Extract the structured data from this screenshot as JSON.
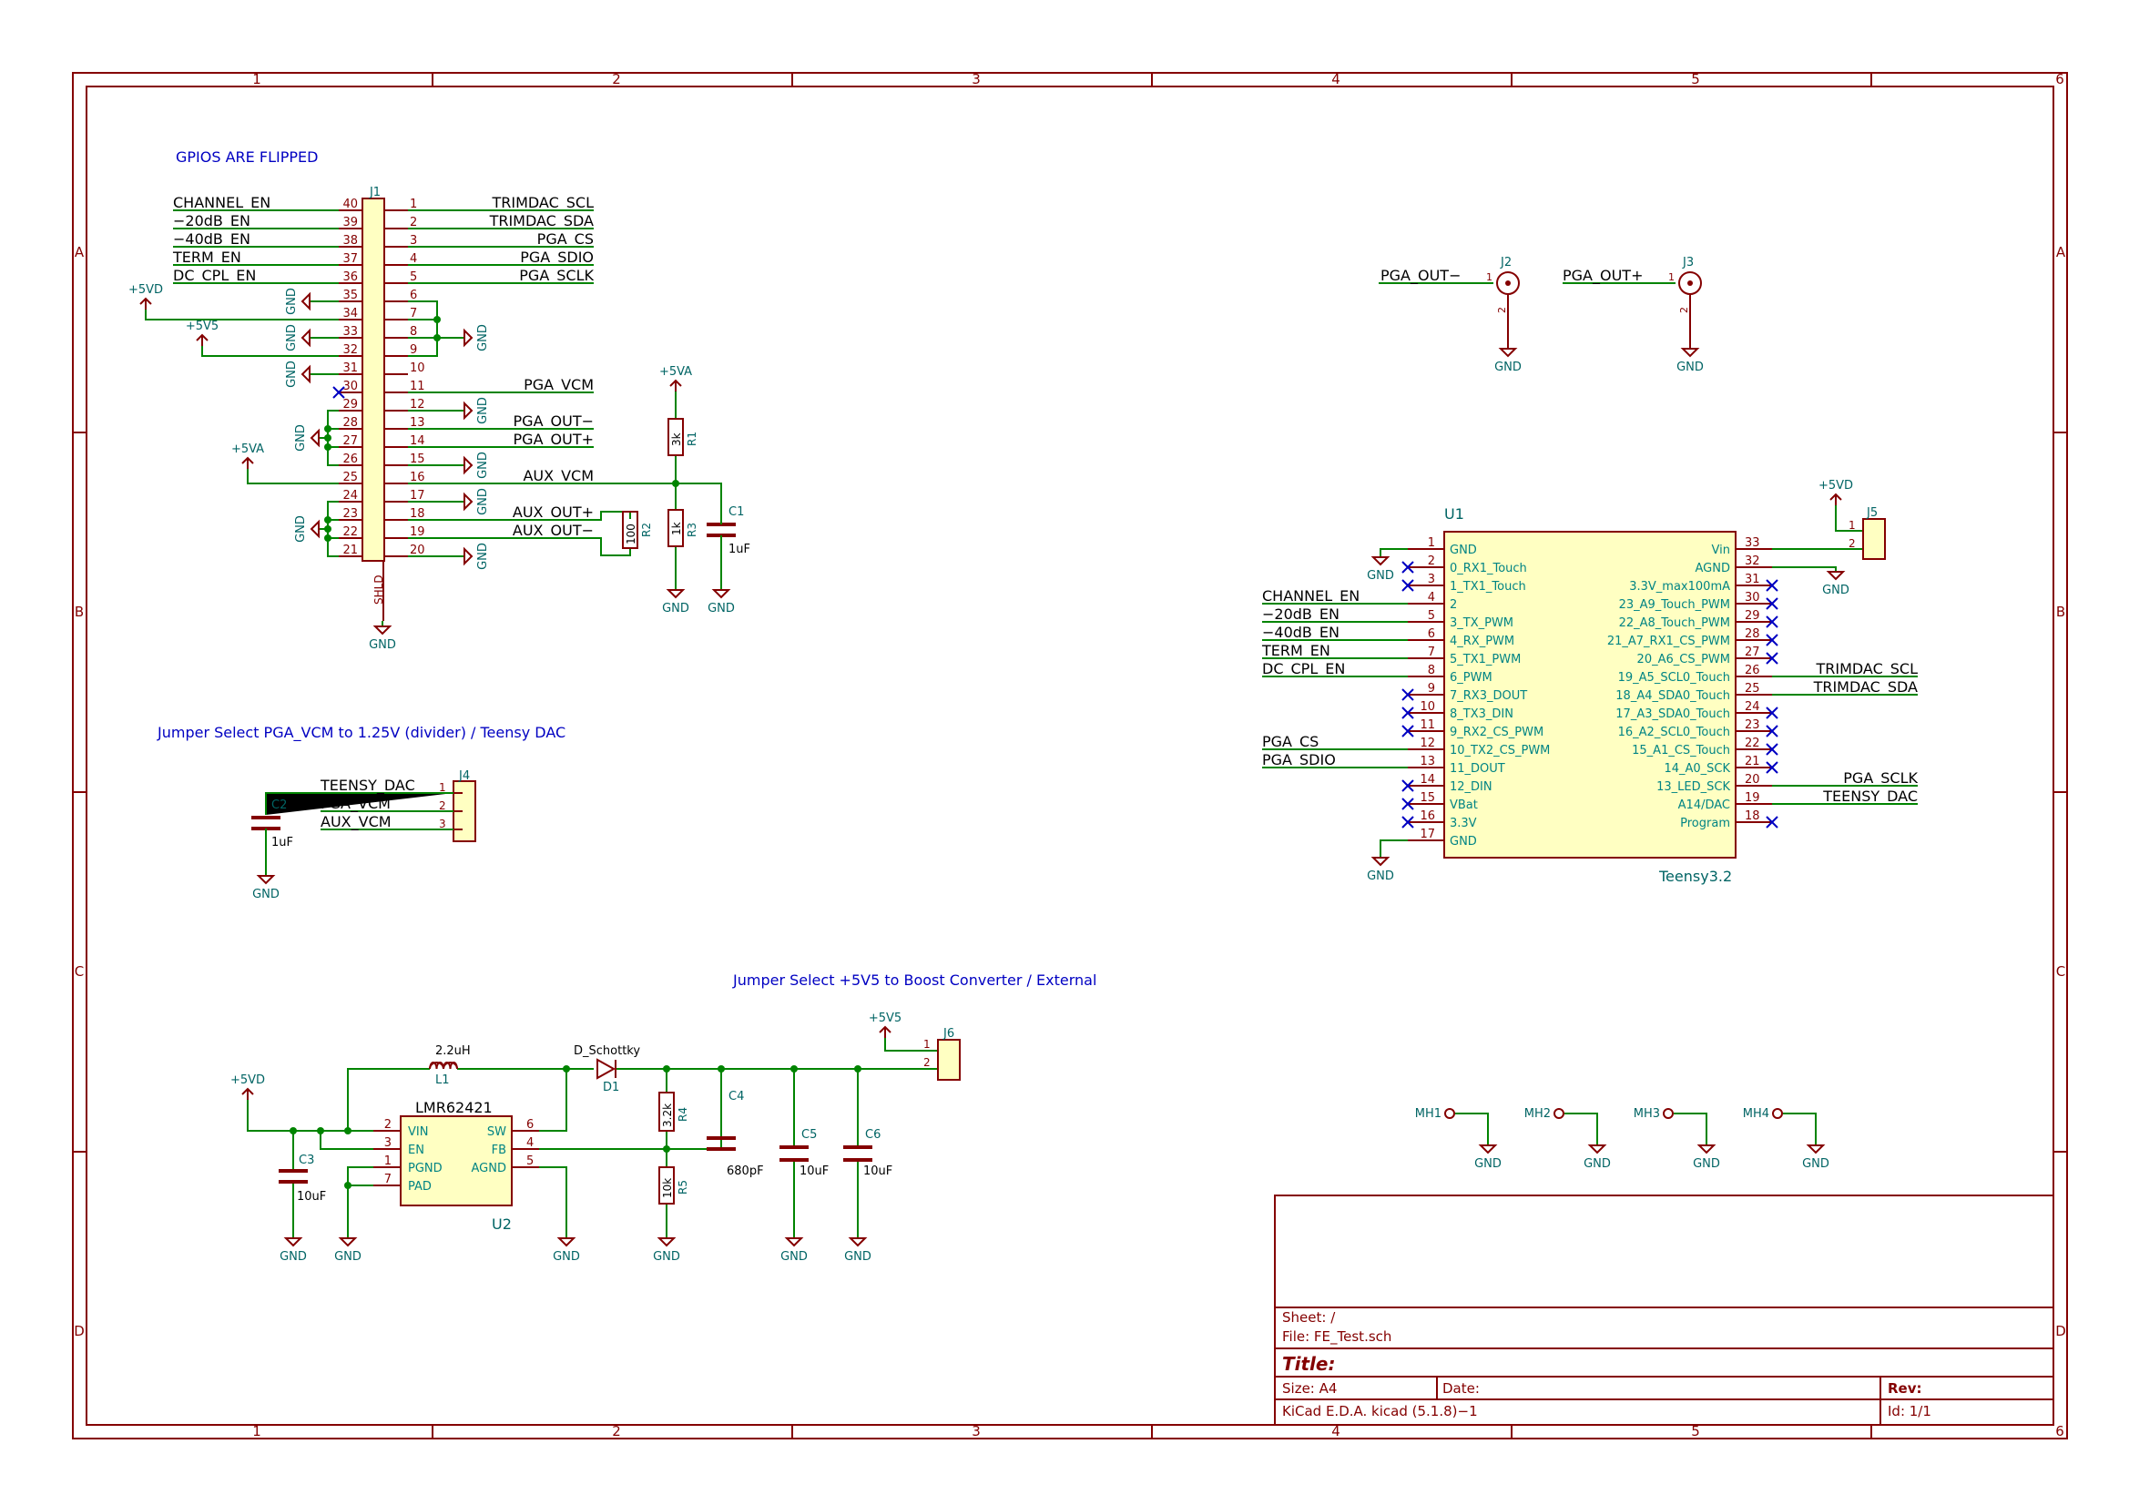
{
  "colors": {
    "frame": "#840000",
    "wire": "#008400",
    "label": "#000000",
    "ref": "#006464",
    "note": "#0000c2",
    "no_connect": "#0000c2"
  },
  "frame": {
    "col_labels": [
      "1",
      "2",
      "3",
      "4",
      "5",
      "6"
    ],
    "row_labels": [
      "A",
      "B",
      "C",
      "D"
    ]
  },
  "notes": {
    "gpios": "GPIOS ARE FLIPPED",
    "jumper_vcm": "Jumper Select PGA_VCM to 1.25V (divider) / Teensy DAC",
    "jumper_5v5": "Jumper Select +5V5 to Boost Converter / External"
  },
  "j1": {
    "ref": "J1",
    "shield": "SHLD",
    "left_pins": [
      "40",
      "39",
      "38",
      "37",
      "36",
      "35",
      "34",
      "33",
      "32",
      "31",
      "30",
      "29",
      "28",
      "27",
      "26",
      "25",
      "24",
      "23",
      "22",
      "21"
    ],
    "right_pins": [
      "1",
      "2",
      "3",
      "4",
      "5",
      "6",
      "7",
      "8",
      "9",
      "10",
      "11",
      "12",
      "13",
      "14",
      "15",
      "16",
      "17",
      "18",
      "19",
      "20"
    ],
    "left_labels": [
      "CHANNEL_EN",
      "−20dB_EN",
      "−40dB_EN",
      "TERM_EN",
      "DC_CPL_EN"
    ],
    "right_labels": [
      "TRIMDAC_SCL",
      "TRIMDAC_SDA",
      "PGA_CS",
      "PGA_SDIO",
      "PGA_SCLK"
    ],
    "pga_vcm": "PGA_VCM",
    "pga_out_minus": "PGA_OUT−",
    "pga_out_plus": "PGA_OUT+",
    "aux_vcm": "AUX_VCM",
    "aux_out_plus": "AUX_OUT+",
    "aux_out_minus": "AUX_OUT−"
  },
  "power": {
    "gnd": "GND",
    "p5vd": "+5VD",
    "p5v5": "+5V5",
    "p5va": "+5VA"
  },
  "passives": {
    "r1": {
      "ref": "R1",
      "value": "3k"
    },
    "r2": {
      "ref": "R2",
      "value": "100"
    },
    "r3": {
      "ref": "R3",
      "value": "1k"
    },
    "c1": {
      "ref": "C1",
      "value": "1uF"
    },
    "c2": {
      "ref": "C2",
      "value": "1uF"
    },
    "c3": {
      "ref": "C3",
      "value": "10uF"
    },
    "c4": {
      "ref": "C4",
      "value": "680pF"
    },
    "c5": {
      "ref": "C5",
      "value": "10uF"
    },
    "c6": {
      "ref": "C6",
      "value": "10uF"
    },
    "r4": {
      "ref": "R4",
      "value": "3.2k"
    },
    "r5": {
      "ref": "R5",
      "value": "10k"
    },
    "l1": {
      "ref": "L1",
      "value": "2.2uH"
    },
    "d1": {
      "ref": "D1",
      "value": "D_Schottky"
    }
  },
  "sma": {
    "j2": {
      "ref": "J2",
      "net": "PGA_OUT−"
    },
    "j3": {
      "ref": "J3",
      "net": "PGA_OUT+"
    },
    "pin1": "1",
    "pin2": "2"
  },
  "j4": {
    "ref": "J4",
    "pins": [
      "1",
      "2",
      "3"
    ],
    "nets": [
      "TEENSY_DAC",
      "PGA_VCM",
      "AUX_VCM"
    ]
  },
  "j5": {
    "ref": "J5",
    "pins": [
      "1",
      "2"
    ]
  },
  "j6": {
    "ref": "J6",
    "pins": [
      "1",
      "2"
    ]
  },
  "u1": {
    "ref": "U1",
    "value": "Teensy3.2",
    "left": [
      {
        "num": "1",
        "name": "GND"
      },
      {
        "num": "2",
        "name": "0_RX1_Touch"
      },
      {
        "num": "3",
        "name": "1_TX1_Touch"
      },
      {
        "num": "4",
        "name": "2"
      },
      {
        "num": "5",
        "name": "3_TX_PWM"
      },
      {
        "num": "6",
        "name": "4_RX_PWM"
      },
      {
        "num": "7",
        "name": "5_TX1_PWM"
      },
      {
        "num": "8",
        "name": "6_PWM"
      },
      {
        "num": "9",
        "name": "7_RX3_DOUT"
      },
      {
        "num": "10",
        "name": "8_TX3_DIN"
      },
      {
        "num": "11",
        "name": "9_RX2_CS_PWM"
      },
      {
        "num": "12",
        "name": "10_TX2_CS_PWM"
      },
      {
        "num": "13",
        "name": "11_DOUT"
      },
      {
        "num": "14",
        "name": "12_DIN"
      },
      {
        "num": "15",
        "name": "VBat"
      },
      {
        "num": "16",
        "name": "3.3V"
      },
      {
        "num": "17",
        "name": "GND"
      }
    ],
    "right": [
      {
        "num": "33",
        "name": "Vin"
      },
      {
        "num": "32",
        "name": "AGND"
      },
      {
        "num": "31",
        "name": "3.3V_max100mA"
      },
      {
        "num": "30",
        "name": "23_A9_Touch_PWM"
      },
      {
        "num": "29",
        "name": "22_A8_Touch_PWM"
      },
      {
        "num": "28",
        "name": "21_A7_RX1_CS_PWM"
      },
      {
        "num": "27",
        "name": "20_A6_CS_PWM"
      },
      {
        "num": "26",
        "name": "19_A5_SCL0_Touch"
      },
      {
        "num": "25",
        "name": "18_A4_SDA0_Touch"
      },
      {
        "num": "24",
        "name": "17_A3_SDA0_Touch"
      },
      {
        "num": "23",
        "name": "16_A2_SCL0_Touch"
      },
      {
        "num": "22",
        "name": "15_A1_CS_Touch"
      },
      {
        "num": "21",
        "name": "14_A0_SCK"
      },
      {
        "num": "20",
        "name": "13_LED_SCK"
      },
      {
        "num": "19",
        "name": "A14/DAC"
      },
      {
        "num": "18",
        "name": "Program"
      }
    ],
    "left_nets": [
      "CHANNEL_EN",
      "−20dB_EN",
      "−40dB_EN",
      "TERM_EN",
      "DC_CPL_EN",
      "PGA_CS",
      "PGA_SDIO"
    ],
    "right_nets": [
      "TRIMDAC_SCL",
      "TRIMDAC_SDA",
      "PGA_SCLK",
      "TEENSY_DAC"
    ]
  },
  "u2": {
    "ref": "U2",
    "value": "LMR62421",
    "left": [
      {
        "num": "2",
        "name": "VIN"
      },
      {
        "num": "3",
        "name": "EN"
      },
      {
        "num": "1",
        "name": "PGND"
      },
      {
        "num": "7",
        "name": "PAD"
      }
    ],
    "right": [
      {
        "num": "6",
        "name": "SW"
      },
      {
        "num": "4",
        "name": "FB"
      },
      {
        "num": "5",
        "name": "AGND"
      }
    ]
  },
  "mounting_holes": [
    "MH1",
    "MH2",
    "MH3",
    "MH4"
  ],
  "title_block": {
    "sheet": "Sheet: /",
    "file": "File: FE_Test.sch",
    "title": "Title:",
    "size": "Size: A4",
    "date": "Date:",
    "rev": "Rev:",
    "tool": "KiCad E.D.A.  kicad (5.1.8)−1",
    "id": "Id: 1/1"
  }
}
